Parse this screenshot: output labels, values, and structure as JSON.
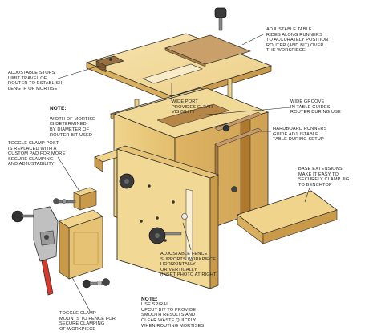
{
  "callouts": {
    "top_right": "ADJUSTABLE TABLE\nRIDES ALONG RUNNERS\nTO ACCURATELY POSITION\nROUTER (AND BIT) OVER\nTHE WORKPIECE",
    "stops": "ADJUSTABLE STOPS\nLIMIT TRAVEL OF\nROUTER TO ESTABLISH\nLENGTH OF MORTISE",
    "wide_port": "WIDE PORT\nPROVIDES CLEAR\nVISIBILITY",
    "note1_head": "NOTE:",
    "note1_body": "WIDTH OF MORTISE\nIS DETERMINED\nBY DIAMETER OF\nROUTER BIT USED",
    "wide_groove": "WIDE GROOVE\nIN TABLE GUIDES\nROUTER DURING USE",
    "hardboard": "HARDBOARD RUNNERS\nGUIDE ADJUSTABLE\nTABLE DURING SETUP",
    "toggle_post": "TOGGLE CLAMP POST\nIS REPLACED WITH A\nCUSTOM PAD FOR MORE\nSECURE CLAMPING\nAND ADJUSTABILITY",
    "base_ext": "BASE EXTENSIONS\nMAKE IT EASY TO\nSECURELY CLAMP JIG\nTO BENCHTOP",
    "fence": "ADJUSTABLE FENCE\nSUPPORTS WORKPIECE\nHORIZONTALLY\nOR VERTICALLY\n(INSET PHOTO AT RIGHT)",
    "toggle_mount": "TOGGLE CLAMP\nMOUNTS TO FENCE FOR\nSECURE CLAMPING\nOF WORKPIECE",
    "note2_head": "NOTE:",
    "note2_body": "USE SPIRAL\nUPCUT BIT TO PROVIDE\nSMOOTH RESULTS AND\nCLEAR WASTE QUICKLY\nWHEN ROUTING MORTISES"
  },
  "colors": {
    "wood_light": "#f3dc9c",
    "wood_mid": "#e6c274",
    "wood_dark": "#c99a4a",
    "endgrain": "#b07a2e",
    "hardware": "#3a3a3a",
    "clamp_handle": "#d63a2a",
    "outline": "#2b2b2b"
  }
}
